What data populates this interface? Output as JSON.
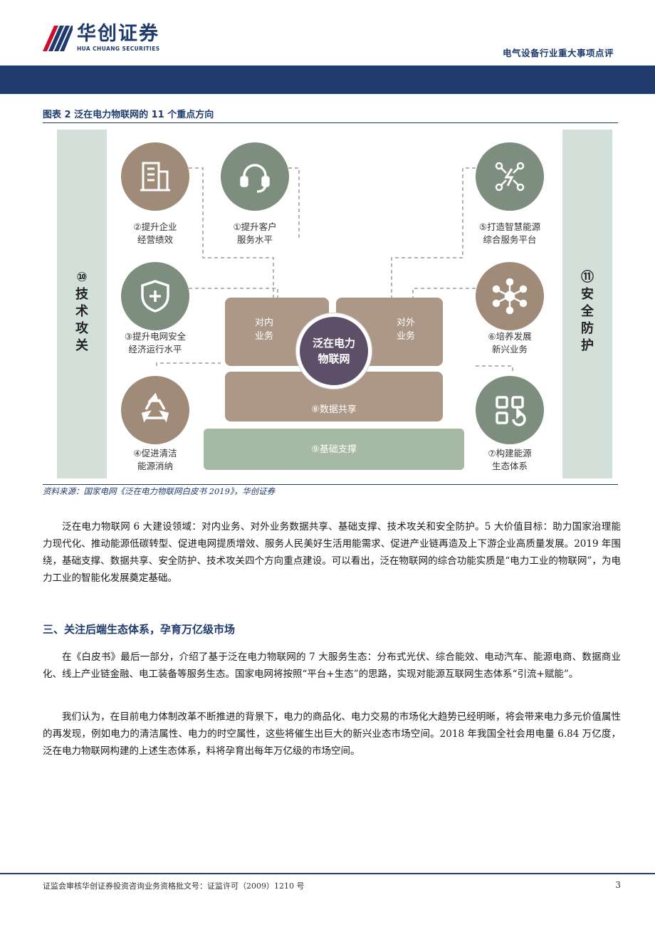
{
  "header": {
    "logo_cn": "华创证券",
    "logo_en": "HUA CHUANG SECURITIES",
    "report_type": "电气设备行业重大事项点评"
  },
  "figure": {
    "caption": "图表 2   泛在电力物联网的 11 个重点方向",
    "left_bar": "⑩\n技\n术\n攻\n关",
    "right_bar": "⑪\n安\n全\n防\n护",
    "items": {
      "i2": "②提升企业\n经营绩效",
      "i1": "①提升客户\n服务水平",
      "i5": "⑤打造智慧能源\n综合服务平台",
      "i3": "③提升电网安全\n经济运行水平",
      "i6": "⑥培养发展\n新兴业务",
      "i4": "④促进清洁\n能源消纳",
      "i7": "⑦构建能源\n生态体系"
    },
    "inner_business": "对内\n业务",
    "outer_business": "对外\n业务",
    "center": "泛在电力\n物联网",
    "data_sharing": "⑧数据共享",
    "foundation": "⑨基础支撑",
    "colors": {
      "brown": "#a08b78",
      "green": "#7d8d7e",
      "center": "#5e4f68"
    },
    "icons": {
      "i2": "building-icon",
      "i1": "headset-icon",
      "i5": "smart-energy-icon",
      "i3": "shield-plus-icon",
      "i6": "network-icon",
      "i4": "recycle-icon",
      "i7": "ecosystem-icon"
    }
  },
  "source": "资料来源：国家电网《泛在电力物联网白皮书 2019》，华创证券",
  "paragraphs": {
    "p1": "泛在电力物联网 6 大建设领域：对内业务、对外业务数据共享、基础支撑、技术攻关和安全防护。5 大价值目标：助力国家治理能力现代化、推动能源低碳转型、促进电网提质增效、服务人民美好生活用能需求、促进产业链再造及上下游企业高质量发展。2019 年围绕，基础支撑、数据共享、安全防护、技术攻关四个方向重点建设。可以看出，泛在物联网的综合功能实质是“电力工业的物联网”，为电力工业的智能化发展奠定基础。",
    "section_title": "三、关注后端生态体系，孕育万亿级市场",
    "p2": "在《白皮书》最后一部分，介绍了基于泛在电力物联网的 7 大服务生态：分布式光伏、综合能效、电动汽车、能源电商、数据商业化、线上产业链金融、电工装备等服务生态。国家电网将按照“平台+生态”的思路，实现对能源互联网生态体系“引流+赋能”。",
    "p3": "我们认为，在目前电力体制改革不断推进的背景下，电力的商品化、电力交易的市场化大趋势已经明晰，将会带来电力多元价值属性的再发现，例如电力的清洁属性、电力的时空属性，这些将催生出巨大的新兴业态市场空间。2018 年我国全社会用电量 6.84 万亿度，泛在电力物联网构建的上述生态体系，料将孕育出每年万亿级的市场空间。"
  },
  "footer": {
    "license": "证监会审核华创证券投资咨询业务资格批文号：证监许可（2009）1210 号",
    "page": "3"
  }
}
